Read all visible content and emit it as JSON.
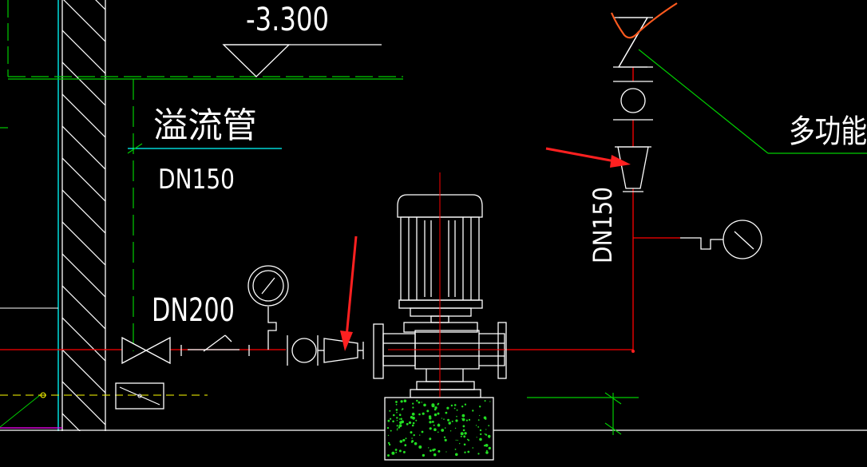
{
  "labels": {
    "elevation": "-3.300",
    "overflow_pipe": "溢流管",
    "overflow_size": "DN150",
    "inlet_size": "DN200",
    "riser_size": "DN150",
    "multifunction": "多功能"
  },
  "colors": {
    "background": "#000000",
    "white": "#ffffff",
    "green": "#00cc00",
    "cyan": "#00ffff",
    "red": "#ff0000",
    "yellow": "#ffff00",
    "magenta": "#ff00ff",
    "annotation_arrow": "#ff2020",
    "markup_orange": "#ff5a1e"
  }
}
